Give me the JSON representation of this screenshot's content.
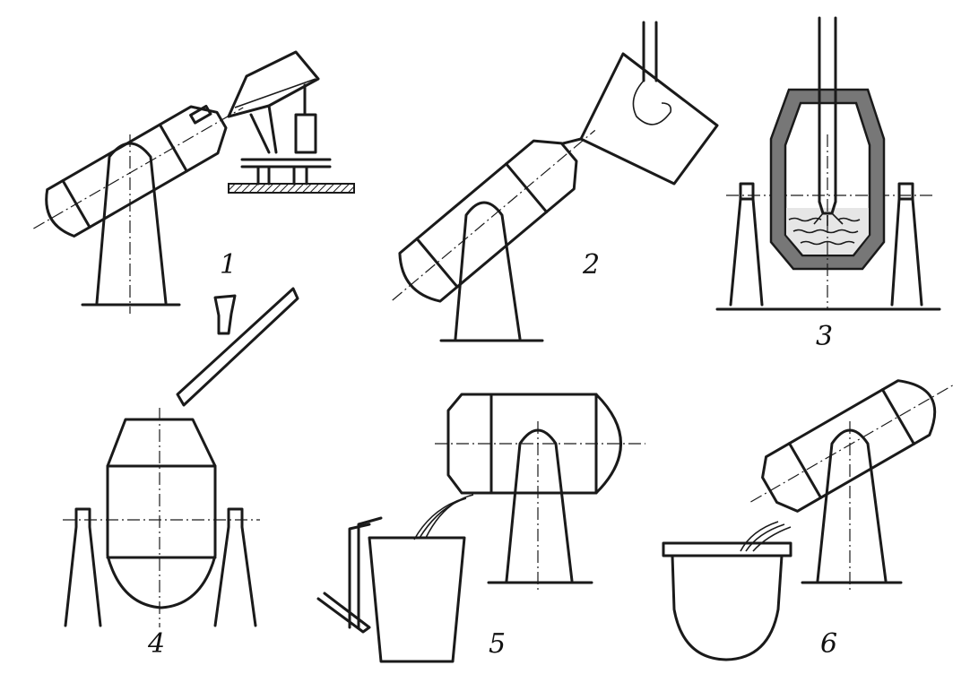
{
  "diagram": {
    "panels": [
      {
        "id": "1",
        "label": "1"
      },
      {
        "id": "2",
        "label": "2"
      },
      {
        "id": "3",
        "label": "3"
      },
      {
        "id": "4",
        "label": "4"
      },
      {
        "id": "5",
        "label": "5"
      },
      {
        "id": "6",
        "label": "6"
      }
    ]
  }
}
